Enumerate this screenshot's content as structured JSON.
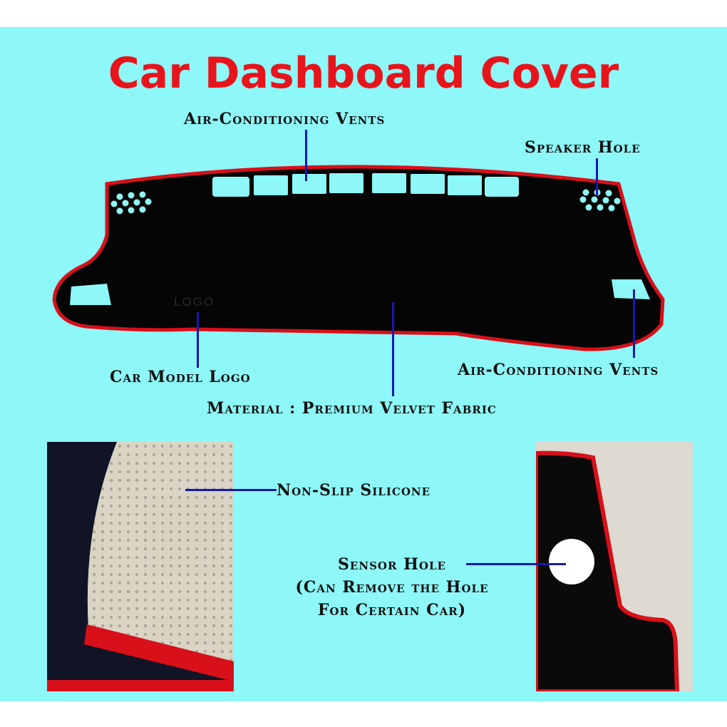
{
  "title": "Car Dashboard Cover",
  "callouts": {
    "ac_vents_top": "Air-Conditioning Vents",
    "speaker_hole": "Speaker Hole",
    "logo_placeholder": "LOGO",
    "car_model_logo": "Car Model Logo",
    "ac_vents_right": "Air-Conditioning Vents",
    "material": "Material : Premium Velvet Fabric",
    "non_slip": "Non-Slip Silicone",
    "sensor_hole_line1": "Sensor Hole",
    "sensor_hole_line2": "(Can Remove the Hole",
    "sensor_hole_line3": "For Certain Car)"
  },
  "colors": {
    "background": "#8ef7f7",
    "title": "#e8141c",
    "mat": "#050505",
    "trim": "#d8101a",
    "pointer": "#1818b0",
    "silicone": "#d9d4c4"
  }
}
